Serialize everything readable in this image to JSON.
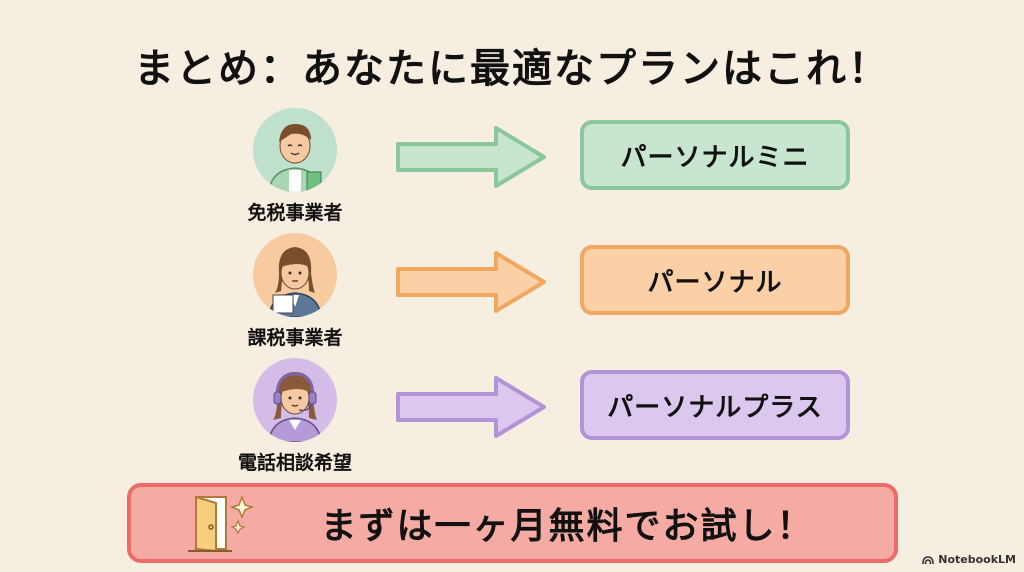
{
  "title": "まとめ：あなたに最適なプランはこれ！",
  "rows": [
    {
      "persona": "免税事業者",
      "persona_icon": "man-with-notepad-icon",
      "plan": "パーソナルミニ",
      "colors": {
        "circle": "#bfe0cc",
        "fill": "#c8e6cf",
        "border": "#8cc79c"
      }
    },
    {
      "persona": "課税事業者",
      "persona_icon": "businesswoman-with-documents-icon",
      "plan": "パーソナル",
      "colors": {
        "circle": "#f7caa0",
        "fill": "#fbd0a6",
        "border": "#f0a860"
      }
    },
    {
      "persona": "電話相談希望",
      "persona_icon": "headset-operator-icon",
      "plan": "パーソナルプラス",
      "colors": {
        "circle": "#d3bde8",
        "fill": "#dcc7ee",
        "border": "#b193d6"
      }
    }
  ],
  "cta": {
    "text": "まずは一ヶ月無料でお試し！",
    "icon": "open-door-icon"
  },
  "watermark": "NotebookLM"
}
